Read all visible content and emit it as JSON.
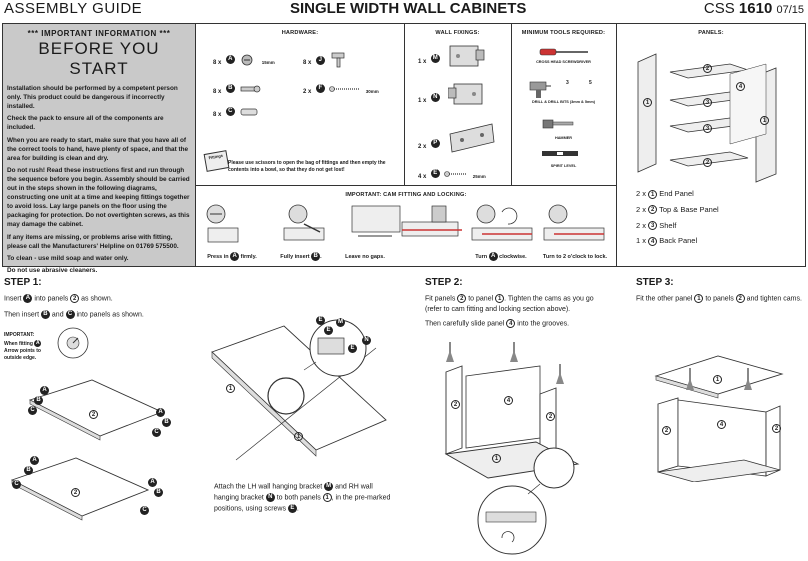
{
  "header": {
    "left": "ASSEMBLY GUIDE",
    "middle": "SINGLE WIDTH WALL CABINETS",
    "code_prefix": "CSS ",
    "code_number": "1610",
    "code_date": "07/15"
  },
  "important": {
    "title": "*** IMPORTANT INFORMATION ***",
    "heading": "BEFORE YOU START",
    "paragraphs": [
      "Installation should be performed by a competent person only. This product could be dangerous if incorrectly installed.",
      "Check the pack to ensure all of the components are included.",
      "When you are ready to start, make sure that you have all of the correct tools to hand, have plenty of space, and that the area for building is clean and dry.",
      "Do not rush! Read these instructions first and run through the sequence before you begin. Assembly should be carried out in the steps shown in the following diagrams, constructing one unit at a time and keeping fittings together to avoid loss. Lay large panels on the floor using the packaging for protection. Do not overtighten screws, as this may damage the cabinet.",
      "If any items are missing, or problems arise with fitting, please call the Manufacturers' Helpline on 01769 575500.",
      "To clean - use mild soap and water only.",
      "Do not use abrasive cleaners."
    ]
  },
  "hardware": {
    "title": "HARDWARE:",
    "items": [
      {
        "qty": "8 x",
        "letter": "A",
        "size": "15mm"
      },
      {
        "qty": "8 x",
        "letter": "B",
        "size": ""
      },
      {
        "qty": "8 x",
        "letter": "C",
        "size": ""
      },
      {
        "qty": "8 x",
        "letter": "J",
        "size": ""
      },
      {
        "qty": "2 x",
        "letter": "F",
        "size": "30mm"
      }
    ],
    "note": "Please use scissors to open the bag of fittings and then empty the contents into a bowl, so that they do not get lost!",
    "bag_label": "Fittings"
  },
  "wall_fixings": {
    "title": "WALL FIXINGS:",
    "items": [
      {
        "qty": "1 x",
        "letter": "M",
        "size": ""
      },
      {
        "qty": "1 x",
        "letter": "N",
        "size": ""
      },
      {
        "qty": "2 x",
        "letter": "P",
        "size": ""
      },
      {
        "qty": "4 x",
        "letter": "E",
        "size": "25mm"
      }
    ]
  },
  "tools": {
    "title": "MINIMUM TOOLS REQUIRED:",
    "items": [
      "CROSS HEAD SCREWDRIVER",
      "DRILL & DRILL BITS (3mm & 5mm)",
      "HAMMER",
      "SPIRIT LEVEL"
    ],
    "bit1": "3",
    "bit2": "5"
  },
  "panels": {
    "title": "PANELS:",
    "list": [
      {
        "qty": "2 x",
        "num": "1",
        "name": "End Panel"
      },
      {
        "qty": "2 x",
        "num": "2",
        "name": "Top & Base Panel"
      },
      {
        "qty": "2 x",
        "num": "3",
        "name": "Shelf"
      },
      {
        "qty": "1 x",
        "num": "4",
        "name": "Back Panel"
      }
    ]
  },
  "cam": {
    "title": "IMPORTANT: CAM FITTING AND LOCKING:",
    "captions": [
      {
        "pre": "Press in ",
        "letter": "A",
        "post": " firmly."
      },
      {
        "pre": "Fully insert ",
        "letter": "B",
        "post": "."
      },
      {
        "pre": "Leave no gaps.",
        "letter": "",
        "post": ""
      },
      {
        "pre": "Turn ",
        "letter": "A",
        "post": " clockwise."
      },
      {
        "pre": "Turn to 2 o'clock to lock.",
        "letter": "",
        "post": ""
      }
    ]
  },
  "step1": {
    "title": "STEP 1:",
    "line1_pre": "Insert ",
    "line1_a": "A",
    "line1_mid": " into panels ",
    "line1_p": "2",
    "line1_post": " as shown.",
    "line2_pre": "Then insert ",
    "line2_b": "B",
    "line2_and": " and ",
    "line2_c": "C",
    "line2_post": " into panels as shown.",
    "important_label": "IMPORTANT:",
    "important_text1": "When fitting ",
    "important_letter": "A",
    "important_text2": "Arrow points to",
    "important_text3": "outside edge.",
    "attach_text1": "Attach the LH wall hanging bracket ",
    "attach_m": "M",
    "attach_text2": " and RH wall",
    "attach_text3": "hanging bracket ",
    "attach_n": "N",
    "attach_text4": " to both panels ",
    "attach_p": "1",
    "attach_text5": ", in the pre-marked",
    "attach_text6": "positions, using screws ",
    "attach_e": "E",
    "attach_text7": "."
  },
  "step2": {
    "title": "STEP 2:",
    "l1a": "Fit panels ",
    "l1p2": "2",
    "l1b": " to panel ",
    "l1p1": "1",
    "l1c": ". Tighten the cams as you go",
    "l2": "(refer to cam fitting and locking section above).",
    "l3a": "Then carefully slide panel ",
    "l3p": "4",
    "l3b": " into the grooves."
  },
  "step3": {
    "title": "STEP 3:",
    "l1a": "Fit the other panel ",
    "l1p1": "1",
    "l1b": " to panels ",
    "l1p2": "2",
    "l1c": " and tighten cams."
  },
  "diagram_labels": {
    "one": "1",
    "two": "2",
    "three": "3",
    "four": "4",
    "A": "A",
    "B": "B",
    "C": "C",
    "E": "E",
    "M": "M",
    "N": "N"
  }
}
